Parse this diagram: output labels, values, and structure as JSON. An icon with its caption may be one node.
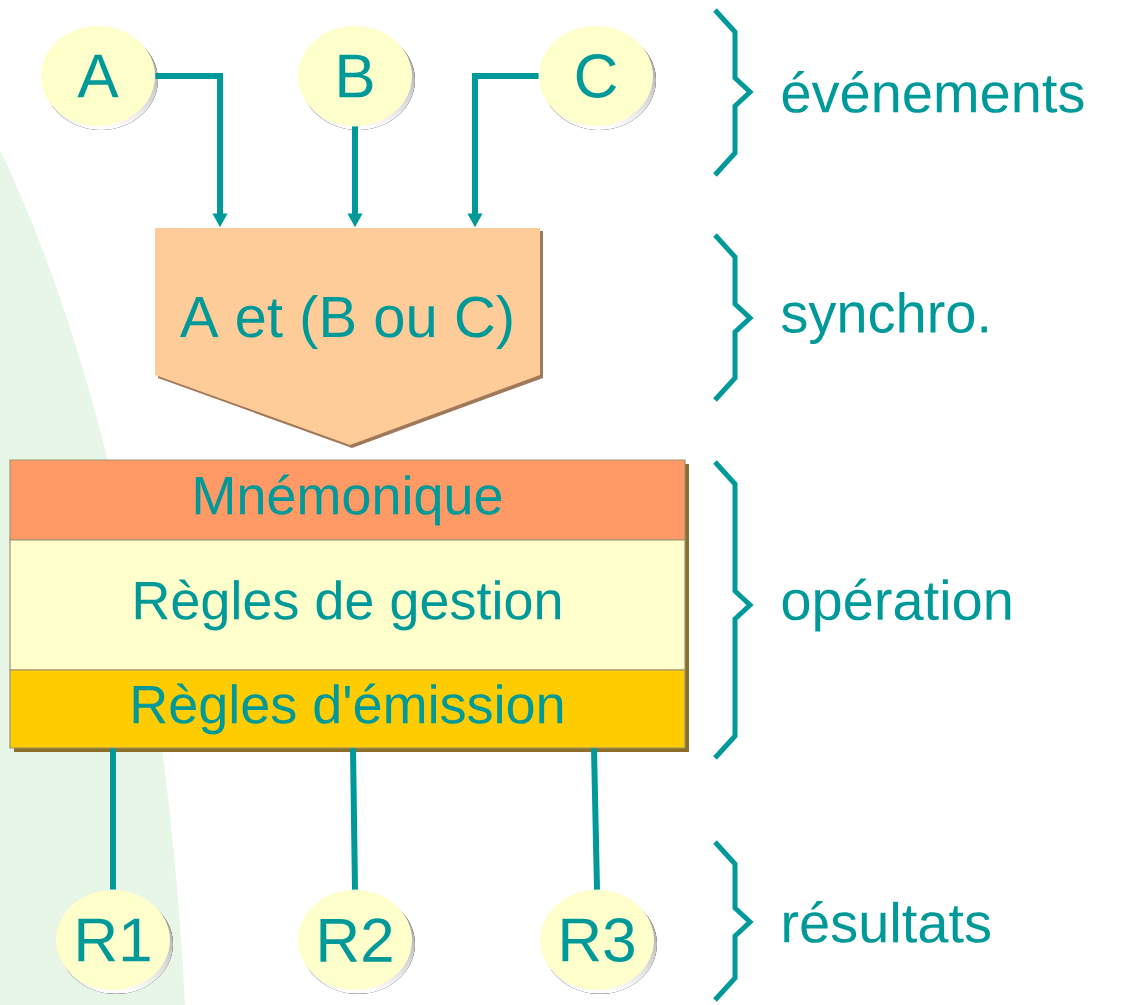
{
  "diagram": {
    "nodes": [
      {
        "text": [
          "A"
        ]
      },
      {
        "text": [
          "B"
        ]
      },
      {
        "text": [
          "C"
        ]
      },
      {
        "text": [
          "A et (B ou C)"
        ]
      },
      {
        "text": [
          "Mnémonique",
          "Règles de gestion",
          "Règles d'émission"
        ]
      },
      {
        "text": [
          "R1"
        ]
      },
      {
        "text": [
          "R2"
        ]
      },
      {
        "text": [
          "R3"
        ]
      }
    ],
    "edges": [
      {
        "from": 0,
        "to": 3,
        "arrow": "to"
      },
      {
        "from": 1,
        "to": 3,
        "arrow": "to"
      },
      {
        "from": 2,
        "to": 3,
        "arrow": "to"
      },
      {
        "from": 4,
        "to": 5,
        "arrow": "none"
      },
      {
        "from": 4,
        "to": 6,
        "arrow": "none"
      },
      {
        "from": 4,
        "to": 7,
        "arrow": "none"
      }
    ],
    "labels": [
      "événements",
      "synchro.",
      "opération",
      "résultats"
    ]
  }
}
